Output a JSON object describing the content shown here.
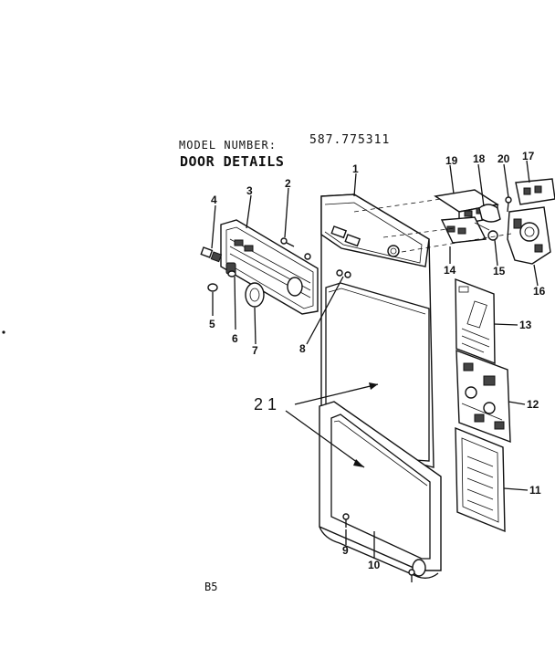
{
  "header": {
    "model_label": "MODEL NUMBER:",
    "model_number": "587.775311",
    "title": "DOOR DETAILS"
  },
  "footer": {
    "page_code": "B5"
  },
  "callouts": [
    "1",
    "2",
    "3",
    "4",
    "5",
    "6",
    "7",
    "8",
    "9",
    "10",
    "11",
    "12",
    "13",
    "14",
    "15",
    "16",
    "17",
    "18",
    "19",
    "20"
  ],
  "reference_label": "2 1",
  "colors": {
    "ink": "#111111",
    "paper": "#ffffff"
  }
}
